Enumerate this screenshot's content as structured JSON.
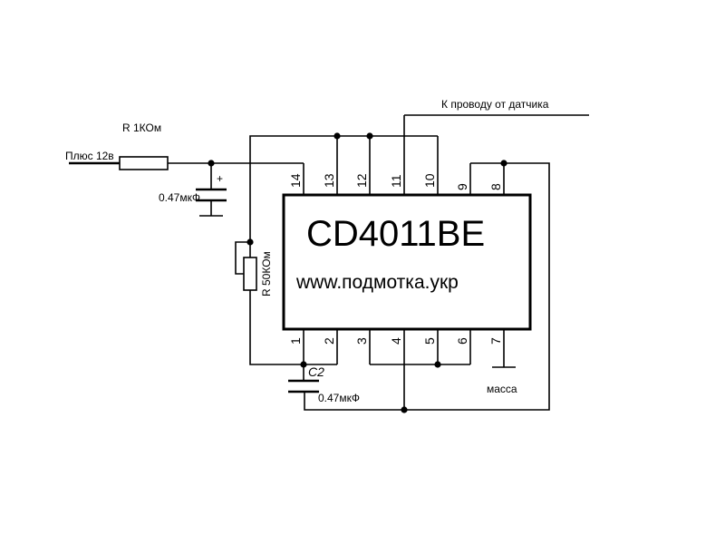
{
  "chip": {
    "name": "CD4011BE",
    "website": "www.подмотка.укр"
  },
  "labels": {
    "sensor": "К проводу от датчика",
    "r1": "R 1КОм",
    "plus": "Плюс 12в",
    "c1_value": "0.47мкФ",
    "c1_polarity": "+",
    "r2": "R 50КОм",
    "c2_name": "C2",
    "c2_value": "0.47мкФ",
    "ground": "масса"
  },
  "pins_top": [
    "14",
    "13",
    "12",
    "11",
    "10",
    "9",
    "8"
  ],
  "pins_bottom": [
    "1",
    "2",
    "3",
    "4",
    "5",
    "6",
    "7"
  ]
}
